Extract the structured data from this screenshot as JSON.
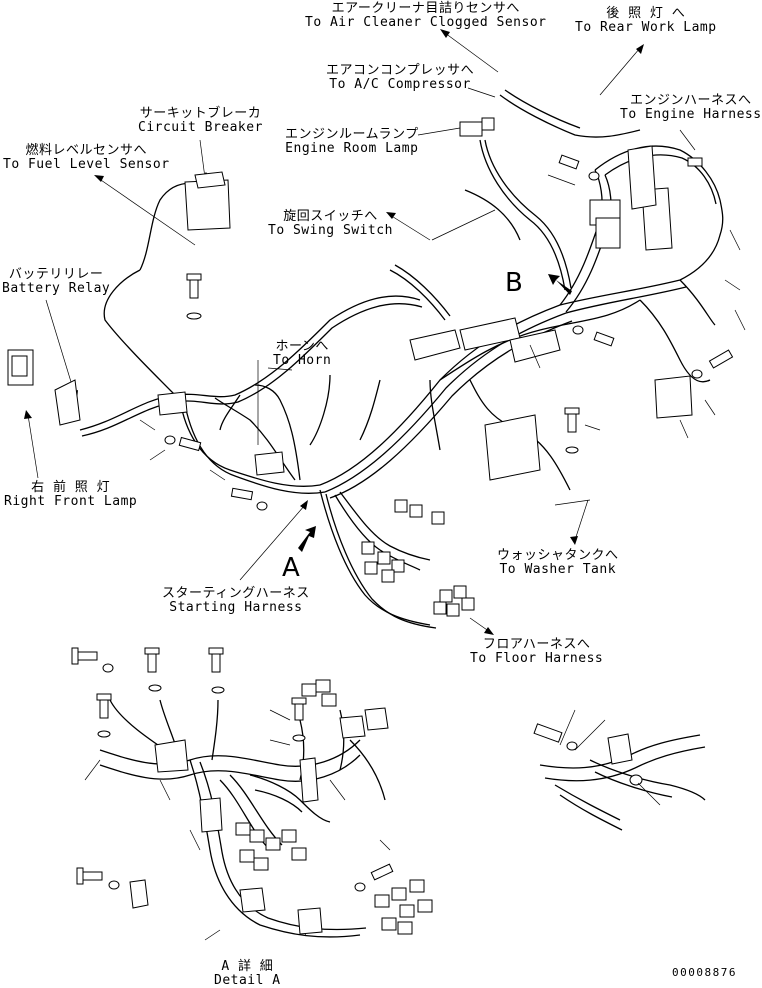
{
  "labels": {
    "air_cleaner": {
      "jp": "エアークリーナ目詰りセンサへ",
      "en": "To Air Cleaner Clogged Sensor"
    },
    "rear_work_lamp": {
      "jp": "後 照 灯 へ",
      "en": "To Rear Work Lamp"
    },
    "ac_compressor": {
      "jp": "エアコンコンプレッサへ",
      "en": "To A/C Compressor"
    },
    "engine_harness": {
      "jp": "エンジンハーネスへ",
      "en": "To Engine Harness"
    },
    "circuit_breaker": {
      "jp": "サーキットブレーカ",
      "en": "Circuit Breaker"
    },
    "engine_room_lamp": {
      "jp": "エンジンルームランプ",
      "en": "Engine Room Lamp"
    },
    "fuel_level": {
      "jp": "燃料レベルセンサへ",
      "en": "To Fuel Level Sensor"
    },
    "swing_switch": {
      "jp": "旋回スイッチへ",
      "en": "To Swing Switch"
    },
    "battery_relay": {
      "jp": "バッテリリレー",
      "en": "Battery Relay"
    },
    "horn": {
      "jp": "ホーンへ",
      "en": "To Horn"
    },
    "right_front_lamp": {
      "jp": "右 前 照 灯",
      "en": "Right Front Lamp"
    },
    "washer_tank": {
      "jp": "ウォッシャタンクへ",
      "en": "To Washer Tank"
    },
    "starting_harness": {
      "jp": "スターティングハーネス",
      "en": "Starting Harness"
    },
    "floor_harness": {
      "jp": "フロアハーネスへ",
      "en": "To Floor Harness"
    },
    "detail_a": {
      "jp": "A 詳 細",
      "en": "Detail A"
    }
  },
  "view_markers": {
    "a": "A",
    "b": "B"
  },
  "drawing_number": "00008876"
}
